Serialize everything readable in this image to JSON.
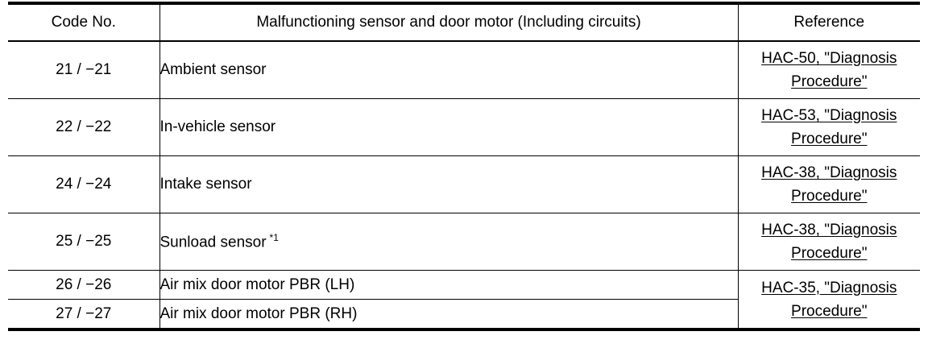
{
  "table": {
    "headers": {
      "code": "Code No.",
      "item": "Malfunctioning sensor and door motor (Including circuits)",
      "reference": "Reference"
    },
    "rows": [
      {
        "code": "21 / −21",
        "item": "Ambient sensor",
        "note": "",
        "ref_line1": "HAC-50, \"Diagnosis",
        "ref_line2": "Procedure\""
      },
      {
        "code": "22 / −22",
        "item": "In-vehicle sensor",
        "note": "",
        "ref_line1": "HAC-53, \"Diagnosis",
        "ref_line2": "Procedure\""
      },
      {
        "code": "24 / −24",
        "item": "Intake sensor",
        "note": "",
        "ref_line1": "HAC-38, \"Diagnosis",
        "ref_line2": "Procedure\""
      },
      {
        "code": "25 / −25",
        "item": "Sunload sensor",
        "note": "*1",
        "ref_line1": "HAC-38, \"Diagnosis",
        "ref_line2": "Procedure\""
      },
      {
        "code": "26 / −26",
        "item": "Air mix door motor PBR (LH)",
        "note": "",
        "ref_line1": "HAC-35, \"Diagnosis",
        "ref_line2": "Procedure\""
      },
      {
        "code": "27 / −27",
        "item": "Air mix door motor PBR (RH)",
        "note": ""
      }
    ]
  }
}
